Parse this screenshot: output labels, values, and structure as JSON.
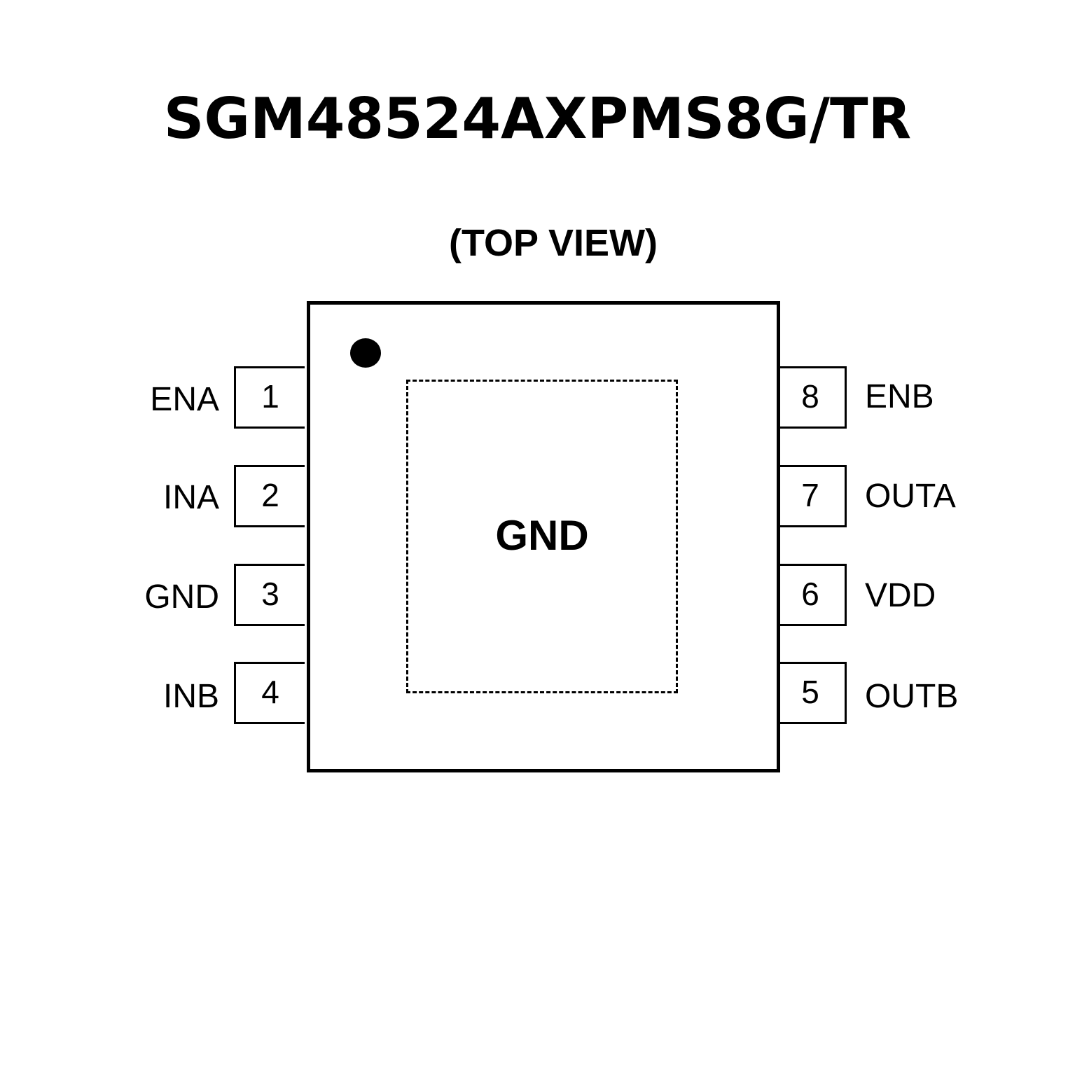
{
  "title": "SGM48524AXPMS8G/TR",
  "subtitle": "(TOP VIEW)",
  "exposed_pad_label": "GND",
  "left_pins": [
    {
      "number": "1",
      "name": "ENA"
    },
    {
      "number": "2",
      "name": "INA"
    },
    {
      "number": "3",
      "name": "GND"
    },
    {
      "number": "4",
      "name": "INB"
    }
  ],
  "right_pins": [
    {
      "number": "8",
      "name": "ENB"
    },
    {
      "number": "7",
      "name": "OUTA"
    },
    {
      "number": "6",
      "name": "VDD"
    },
    {
      "number": "5",
      "name": "OUTB"
    }
  ]
}
